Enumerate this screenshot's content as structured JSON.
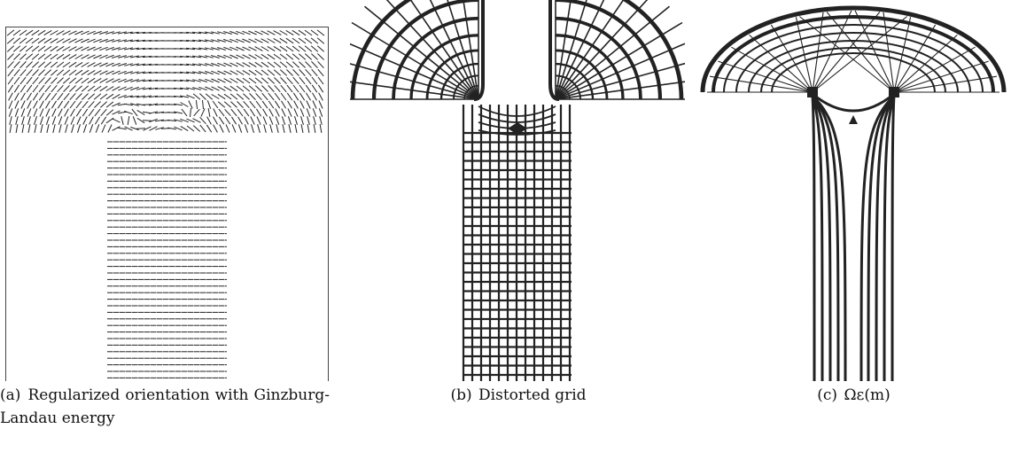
{
  "figure": {
    "panels": [
      {
        "id": "a",
        "label": "(a)",
        "caption": "Regularized orientation with Ginzburg-Landau energy"
      },
      {
        "id": "b",
        "label": "(b)",
        "caption": "Distorted grid"
      },
      {
        "id": "c",
        "label": "(c)",
        "caption": "Ωε(m)"
      }
    ]
  },
  "style": {
    "stroke_color": "#222222",
    "background": "#ffffff"
  }
}
